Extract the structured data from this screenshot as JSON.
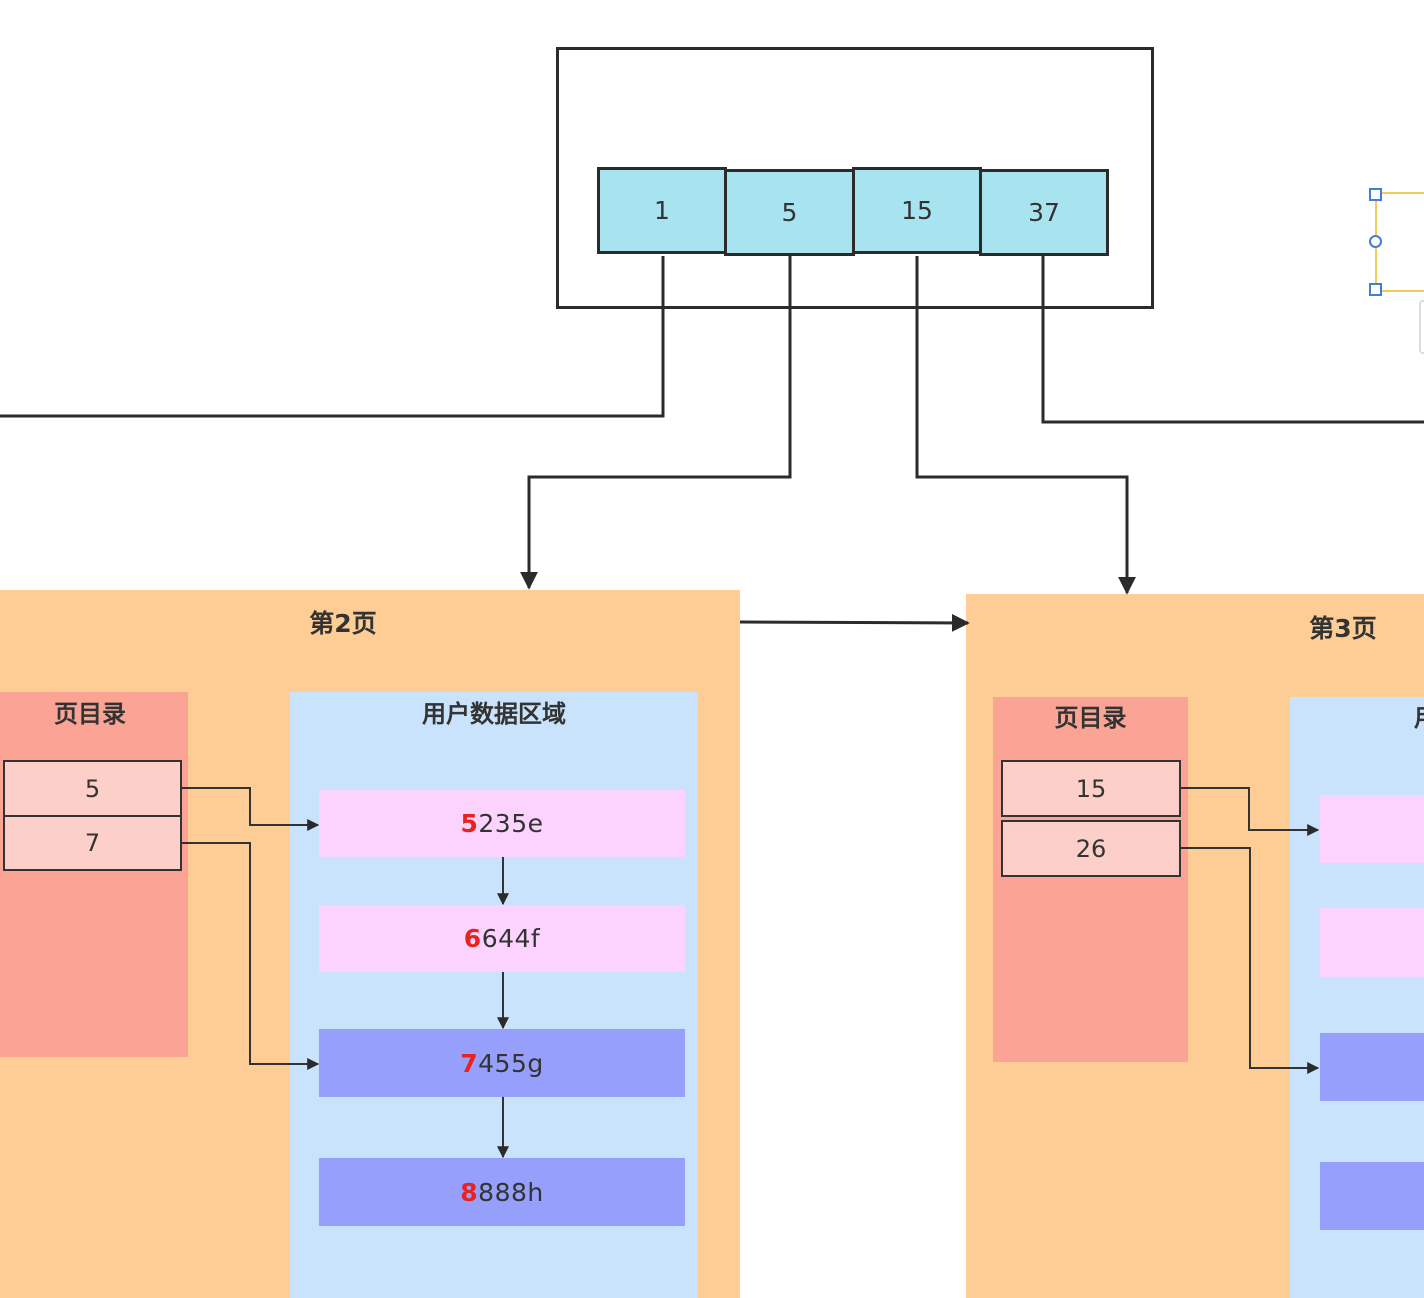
{
  "root_node": {
    "keys": [
      "1",
      "5",
      "15",
      "37"
    ]
  },
  "page2": {
    "title": "第2页",
    "directory": {
      "title": "页目录",
      "slots": [
        "5",
        "7"
      ]
    },
    "user_area": {
      "title": "用户数据区域",
      "records": [
        {
          "key": "5",
          "rest": "235e"
        },
        {
          "key": "6",
          "rest": "644f"
        },
        {
          "key": "7",
          "rest": "455g"
        },
        {
          "key": "8",
          "rest": "888h"
        }
      ]
    }
  },
  "page3": {
    "title": "第3页",
    "directory": {
      "title": "页目录",
      "slots": [
        "15",
        "26"
      ]
    },
    "user_area": {
      "title_partial": "用"
    }
  },
  "colors": {
    "key_cell": "#a8e4f0",
    "page": "#fdcd95",
    "directory": "#fba496",
    "slot": "#fcd0c9",
    "user_area": "#c8e3fb",
    "record_pink": "#fcd3fe",
    "record_blue": "#979ffc",
    "record_key": "#e8231f"
  }
}
